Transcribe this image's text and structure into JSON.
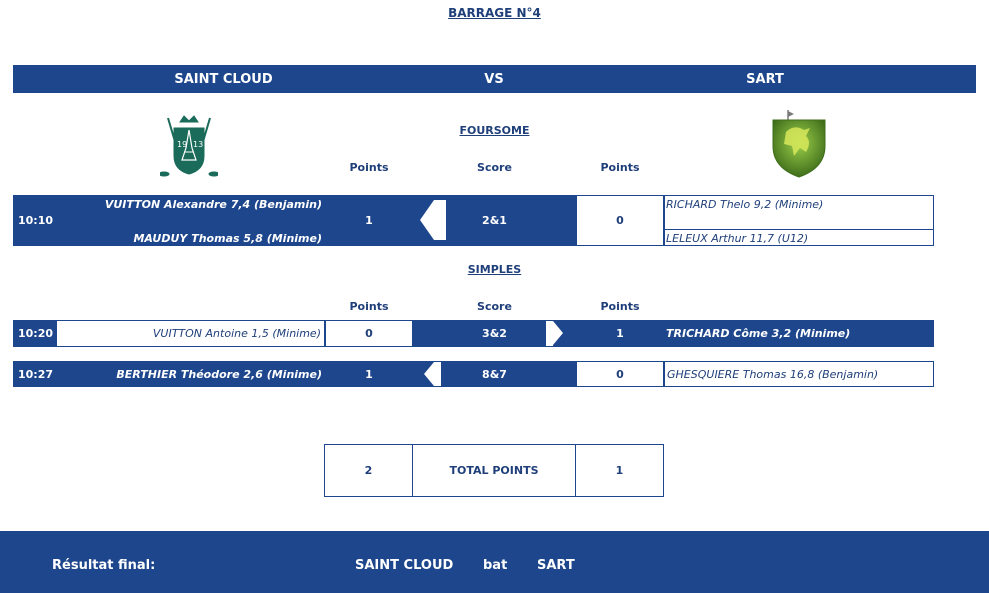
{
  "title": "BARRAGE N°4",
  "header": {
    "team_left": "SAINT CLOUD",
    "vs": "VS",
    "team_right": "SART"
  },
  "logos": {
    "left_text_left": "19",
    "left_text_right": "13",
    "left_color": "#1a6b5a",
    "right_color": "#8bc34a"
  },
  "foursome": {
    "label": "FOURSOME",
    "col_points_left": "Points",
    "col_score": "Score",
    "col_points_right": "Points",
    "time": "10:10",
    "player_left_1": "VUITTON Alexandre 7,4 (Benjamin)",
    "player_left_2": "MAUDUY Thomas 5,8 (Minime)",
    "points_left": "1",
    "score": "2&1",
    "points_right": "0",
    "player_right_1": "RICHARD Thelo 9,2 (Minime)",
    "player_right_2": "LELEUX Arthur 11,7 (U12)"
  },
  "simples": {
    "label": "SIMPLES",
    "col_points_left": "Points",
    "col_score": "Score",
    "col_points_right": "Points",
    "matches": [
      {
        "time": "10:20",
        "player_left": "VUITTON Antoine 1,5 (Minime)",
        "points_left": "0",
        "score": "3&2",
        "points_right": "1",
        "player_right": "TRICHARD Côme 3,2 (Minime)"
      },
      {
        "time": "10:27",
        "player_left": "BERTHIER Théodore 2,6 (Minime)",
        "points_left": "1",
        "score": "8&7",
        "points_right": "0",
        "player_right": "GHESQUIERE Thomas 16,8 (Benjamin)"
      }
    ]
  },
  "total": {
    "points_left": "2",
    "label": "TOTAL POINTS",
    "points_right": "1"
  },
  "footer": {
    "label": "Résultat final:",
    "winner": "SAINT CLOUD",
    "verb": "bat",
    "loser": "SART"
  },
  "colors": {
    "navy": "#1e468c",
    "text": "#1f3f7a"
  }
}
